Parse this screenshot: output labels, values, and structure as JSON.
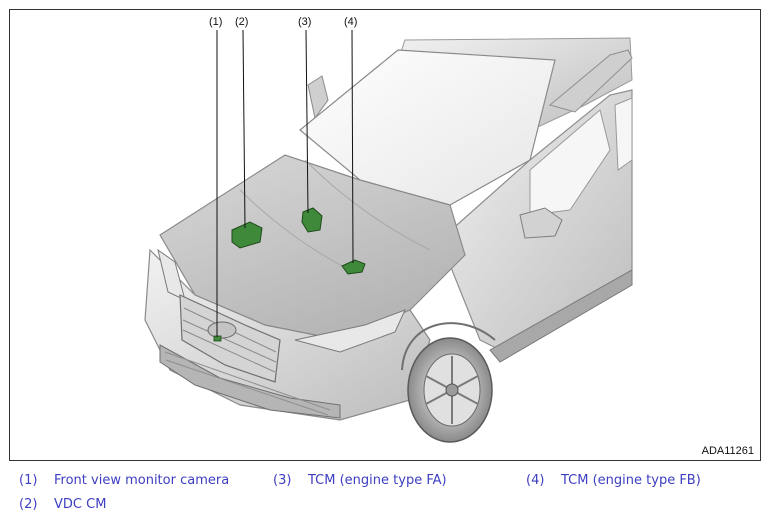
{
  "figure": {
    "figure_id": "ADA11261",
    "callouts": [
      {
        "num": "(1)"
      },
      {
        "num": "(2)"
      },
      {
        "num": "(3)"
      },
      {
        "num": "(4)"
      }
    ],
    "colors": {
      "component_fill": "#3f8a3a",
      "component_stroke": "#1d4a1a",
      "body_light": "#e4e4e4",
      "body_mid": "#c9c9c9",
      "body_dark": "#8e8e8e",
      "leader": "#111111"
    }
  },
  "legend": {
    "items": [
      {
        "num": "(1)",
        "label": "Front view monitor camera"
      },
      {
        "num": "(2)",
        "label": "VDC CM"
      },
      {
        "num": "(3)",
        "label": "TCM (engine type FA)"
      },
      {
        "num": "(4)",
        "label": "TCM (engine type FB)"
      }
    ]
  }
}
